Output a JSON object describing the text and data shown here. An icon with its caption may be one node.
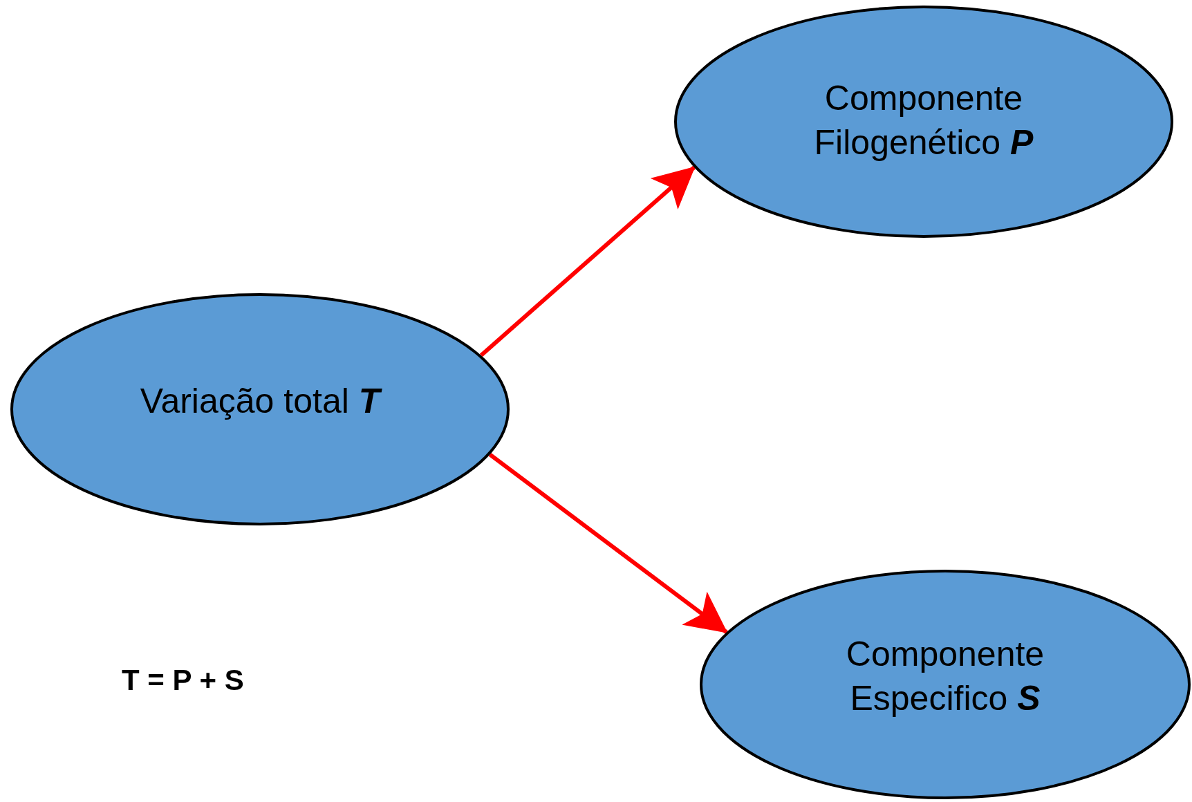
{
  "diagram": {
    "nodes": [
      {
        "text": [
          "Variação total **T**"
        ]
      },
      {
        "text": [
          "Componente Filogenético **P**"
        ]
      },
      {
        "text": [
          "Componente Especifico **S**"
        ]
      }
    ],
    "edges": [
      {
        "from": 0,
        "to": 1,
        "arrow": "to"
      },
      {
        "from": 0,
        "to": 2,
        "arrow": "to"
      }
    ],
    "labels": [
      "T = P + S"
    ]
  }
}
